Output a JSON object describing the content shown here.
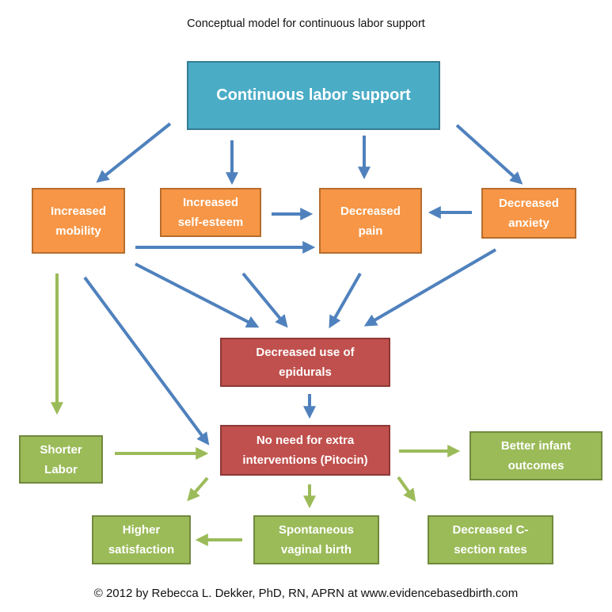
{
  "title": "Conceptual model for continuous labor support",
  "footer": "© 2012 by Rebecca L. Dekker, PhD, RN, APRN at www.evidencebasedbirth.com",
  "nodes": {
    "continuous_support": "Continuous labor support",
    "increased_mobility": "Increased\nmobility",
    "increased_self_esteem": "Increased\nself-esteem",
    "decreased_pain": "Decreased\npain",
    "decreased_anxiety": "Decreased\nanxiety",
    "decreased_epidurals": "Decreased use of\nepidurals",
    "no_extra_interventions": "No need for extra\ninterventions (Pitocin)",
    "shorter_labor": "Shorter\nLabor",
    "better_infant_outcomes": "Better infant\noutcomes",
    "higher_satisfaction": "Higher\nsatisfaction",
    "spontaneous_vaginal_birth": "Spontaneous\nvaginal birth",
    "decreased_csection": "Decreased C-\nsection rates"
  },
  "colors": {
    "blue_arrow": "#4f81bd",
    "green_arrow": "#9bbb59",
    "top_box": "#4bacc6",
    "middle_boxes": "#f79646",
    "epidural_boxes": "#c0504d",
    "outcome_boxes": "#9bbb59"
  }
}
